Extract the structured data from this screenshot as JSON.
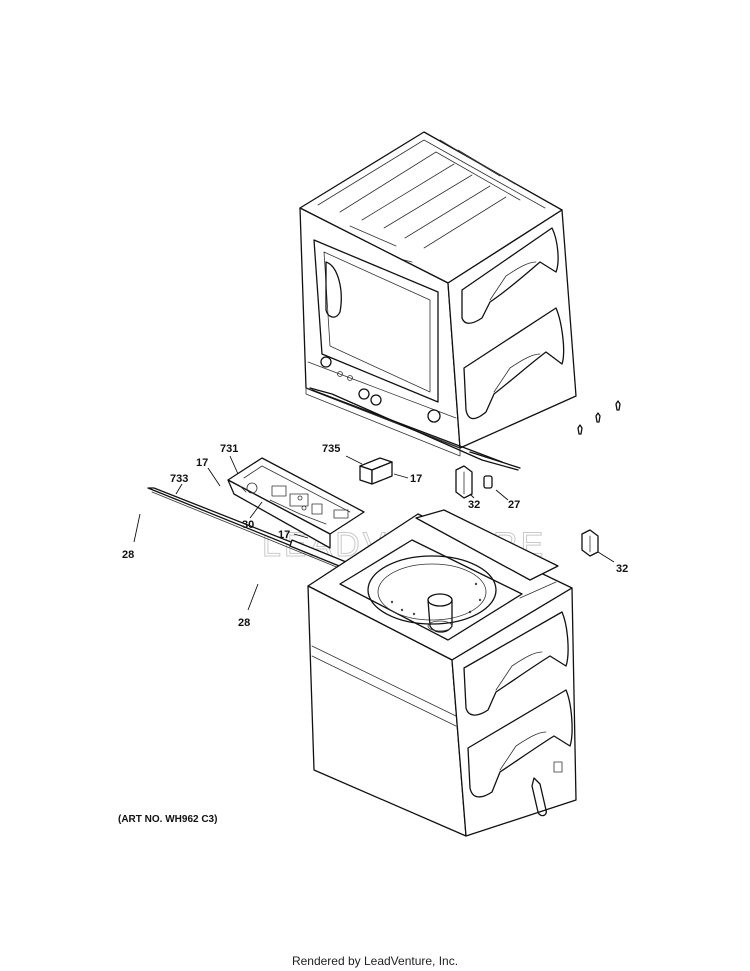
{
  "diagram": {
    "art_number": "(ART NO. WH962 C3)",
    "watermark": "LEADVENTURE",
    "callouts": [
      {
        "id": "c731",
        "label": "731"
      },
      {
        "id": "c17a",
        "label": "17"
      },
      {
        "id": "c733",
        "label": "733"
      },
      {
        "id": "c735",
        "label": "735"
      },
      {
        "id": "c17b",
        "label": "17"
      },
      {
        "id": "c30",
        "label": "30"
      },
      {
        "id": "c17c",
        "label": "17"
      },
      {
        "id": "c28a",
        "label": "28"
      },
      {
        "id": "c28b",
        "label": "28"
      },
      {
        "id": "c32a",
        "label": "32"
      },
      {
        "id": "c27",
        "label": "27"
      },
      {
        "id": "c32b",
        "label": "32"
      }
    ]
  },
  "footer": {
    "text": "Rendered by LeadVenture, Inc."
  }
}
